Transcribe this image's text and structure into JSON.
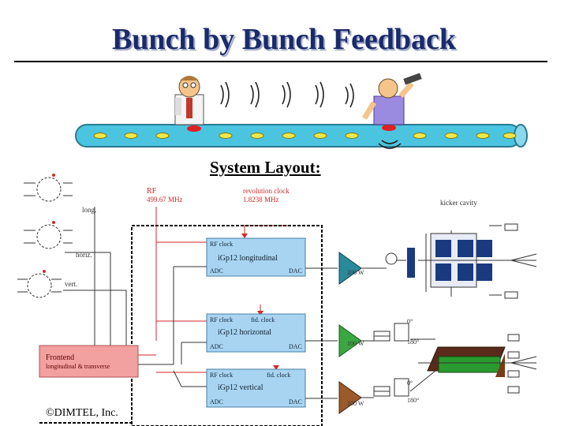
{
  "title": "Bunch by Bunch Feedback",
  "subtitle": "System Layout:",
  "copyright": "©DIMTEL, Inc.",
  "labels": {
    "rf": "RF",
    "rf_freq": "499.67 MHz",
    "rev_clock": "revolution clock",
    "rev_freq": "1.8238 MHz",
    "kicker": "kicker cavity",
    "long": "long.",
    "horiz": "horiz.",
    "vert": "vert.",
    "frontend_title": "Frontend",
    "frontend_sub": "longitudinal & transverse"
  },
  "boards": [
    {
      "rf": "RF clock",
      "fid": "",
      "name": "iGp12 longitudinal",
      "adc": "ADC",
      "dac": "DAC"
    },
    {
      "rf": "RF clock",
      "fid": "fid. clock",
      "name": "iGp12 horizontal",
      "adc": "ADC",
      "dac": "DAC"
    },
    {
      "rf": "RF clock",
      "fid": "fid. clock",
      "name": "iGp12 vertical",
      "adc": "ADC",
      "dac": "DAC"
    }
  ],
  "amps": [
    {
      "power": "200 W"
    },
    {
      "power": "100 W"
    },
    {
      "power": "100 W"
    }
  ],
  "hybrids": [
    "0°",
    "180°",
    "0°",
    "180°"
  ],
  "colors": {
    "title": "#1a2a6c",
    "pipe": "#4bc4e0",
    "board": "#a8d4f2",
    "frontend": "#f2a0a0",
    "amp_long": "#2a8a9a",
    "amp_h": "#3aa840",
    "amp_v": "#9a5a2a"
  }
}
